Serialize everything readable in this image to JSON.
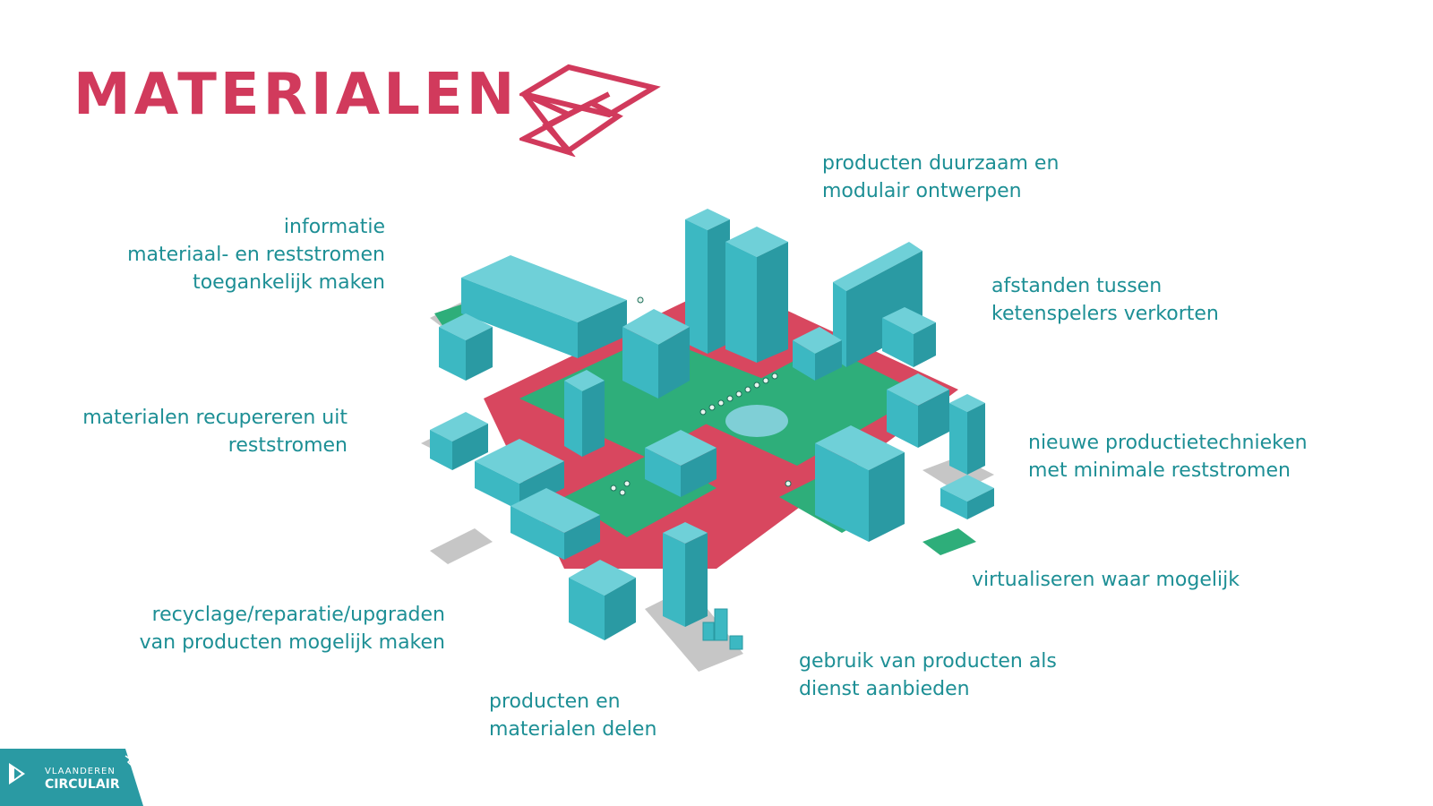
{
  "title": "MATERIALEN",
  "colors": {
    "accent": "#d13a5c",
    "text": "#1d8f95",
    "building": "#3cb8c2",
    "green": "#2eae7a",
    "road": "#d8475f",
    "street": "#c3c3c3"
  },
  "labels": {
    "info": "informatie\nmateriaal- en reststromen\ntoegankelijk maken",
    "recuperate": "materialen recupereren uit\nreststromen",
    "recycle": "recyclage/reparatie/upgraden\nvan producten mogelijk maken",
    "share": "producten en\nmaterialen delen",
    "design": "producten duurzaam en\nmodulair ontwerpen",
    "distance": "afstanden tussen\nketenspelers verkorten",
    "techniques": "nieuwe productietechnieken\nmet minimale reststromen",
    "virtualize": "virtualiseren waar mogelijk",
    "service": "gebruik van producten als\ndienst aanbieden"
  },
  "brand": {
    "top": "VLAANDEREN",
    "bottom": "CIRCULAIR"
  }
}
